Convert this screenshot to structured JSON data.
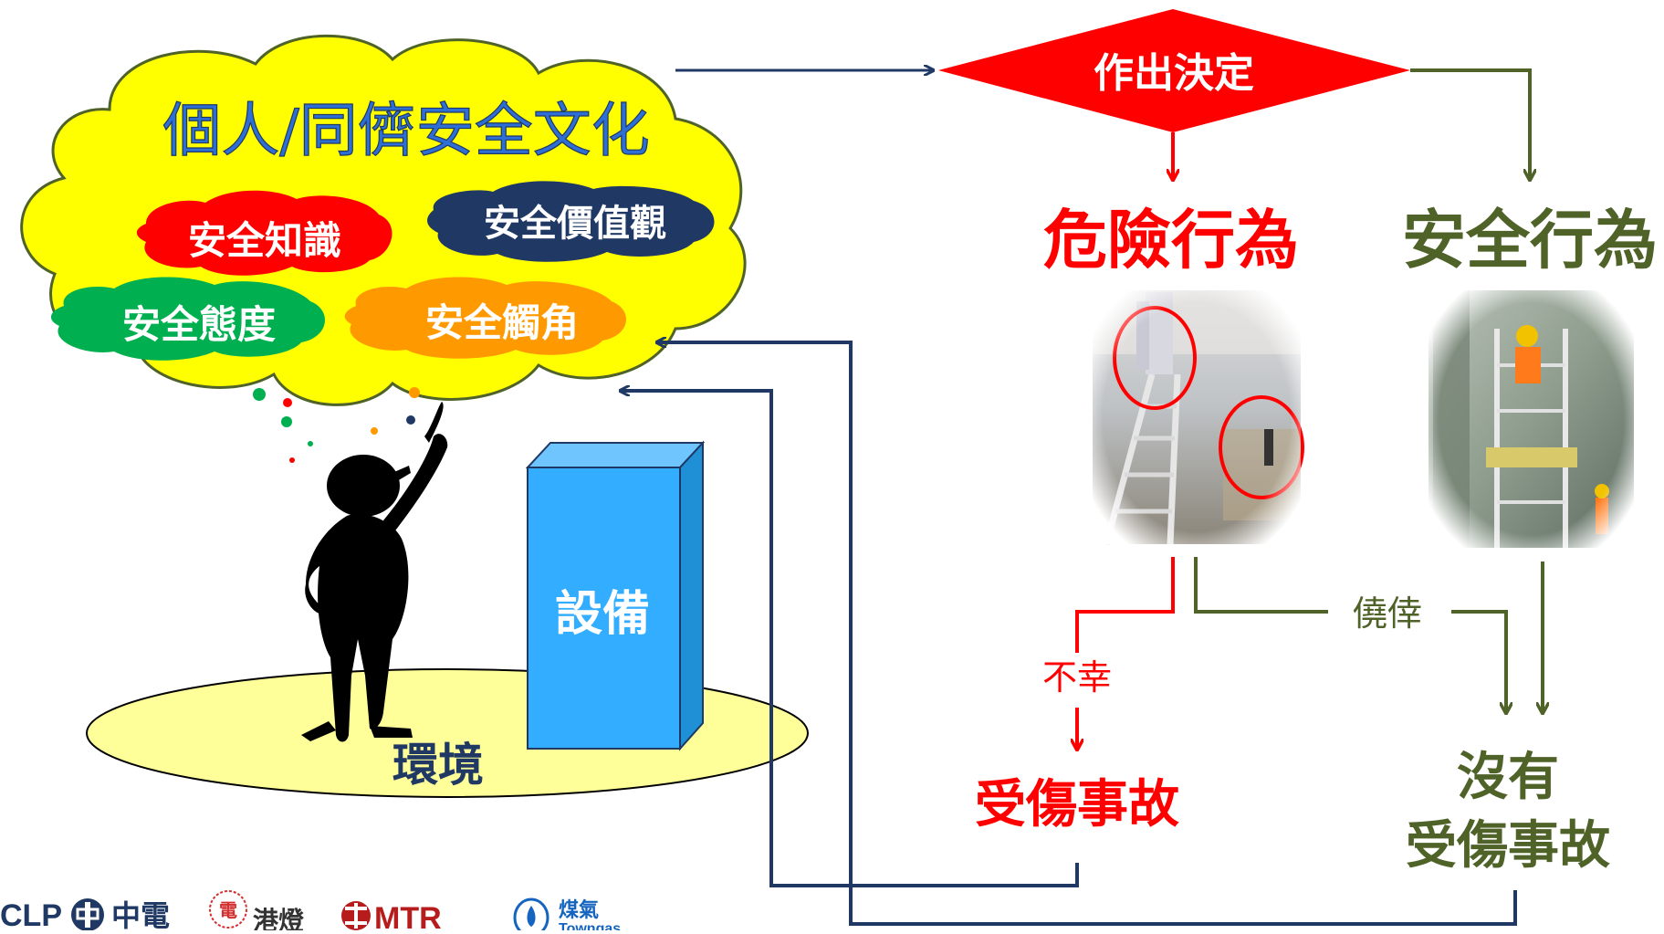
{
  "culture_cloud": {
    "title": "個人/同儕安全文化",
    "knowledge": "安全知識",
    "values": "安全價值觀",
    "attitude": "安全態度",
    "awareness": "安全觸角"
  },
  "equipment_label": "設備",
  "environment_label": "環境",
  "decision_label": "作出決定",
  "unsafe_behaviour": "危險行為",
  "safe_behaviour": "安全行為",
  "unlucky_label": "不幸",
  "lucky_label": "僥倖",
  "injury_accident": "受傷事故",
  "no_injury_line1": "沒有",
  "no_injury_line2": "受傷事故",
  "logos": {
    "clp_latin": "CLP",
    "clp_chinese": "中電",
    "hk_electric": "港燈",
    "mtr": "MTR",
    "towngas_chinese": "煤氣",
    "towngas_latin": "Towngas"
  },
  "colors": {
    "cloud_fill": "#ffff00",
    "title_blue": "#2e6fd6",
    "knowledge_bubble": "#ff0000",
    "values_bubble": "#1f3864",
    "attitude_bubble": "#00b050",
    "awareness_bubble": "#ff9900",
    "equipment_box": "#33adff",
    "environment_floor": "#ffff99",
    "decision_diamond": "#ff0000",
    "unsafe_red": "#ff0000",
    "safe_green": "#4f6228",
    "feedback_navy": "#1f3864"
  }
}
